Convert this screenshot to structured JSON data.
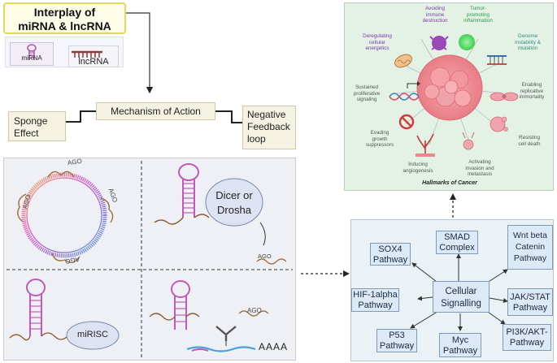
{
  "title": {
    "line1": "Interplay of",
    "line2": "miRNA & lncRNA"
  },
  "rna_labels": {
    "mirna": "miRNA",
    "lncrna": "lncRNA"
  },
  "mechanism": "Mechanism of Action",
  "sponge": {
    "line1": "Sponge",
    "line2": "Effect"
  },
  "negative": {
    "line1": "Negative",
    "line2": "Feedback",
    "line3": "loop"
  },
  "ago": "AGO",
  "dicer": {
    "line1": "Dicer or",
    "line2": "Drosha"
  },
  "mirisc": "miRISC",
  "polya": "AAAA",
  "hallmarks": {
    "caption": "Hallmarks of Cancer",
    "items": [
      {
        "line1": "Avoiding",
        "line2": "immune",
        "line3": "destruction"
      },
      {
        "line1": "Tumor-",
        "line2": "promoting",
        "line3": "inflammation"
      },
      {
        "line1": "Deregulating",
        "line2": "cellular",
        "line3": "energetics"
      },
      {
        "line1": "Genome",
        "line2": "instability &",
        "line3": "mutation"
      },
      {
        "line1": "Sustained",
        "line2": "proliferative",
        "line3": "signaling"
      },
      {
        "line1": "Enabling",
        "line2": "replicative",
        "line3": "immortality"
      },
      {
        "line1": "Evading",
        "line2": "growth",
        "line3": "suppressors"
      },
      {
        "line1": "Resisting",
        "line2": "cell death"
      },
      {
        "line1": "Inducing",
        "line2": "angiogenesis"
      },
      {
        "line1": "Activating",
        "line2": "invasion and",
        "line3": "metastasis"
      }
    ]
  },
  "signalling": {
    "center": {
      "line1": "Cellular",
      "line2": "Signalling"
    },
    "sox4": {
      "line1": "SOX4",
      "line2": "Pathway"
    },
    "smad": {
      "line1": "SMAD",
      "line2": "Complex"
    },
    "wnt": {
      "line1": "Wnt beta",
      "line2": "Catenin",
      "line3": "Pathway"
    },
    "hif": {
      "line1": "HIF-1alpha",
      "line2": "Pathway"
    },
    "jak": {
      "line1": "JAK/STAT",
      "line2": "Pathway"
    },
    "p53": {
      "line1": "P53",
      "line2": "Pathway"
    },
    "myc": {
      "line1": "Myc",
      "line2": "Pathway"
    },
    "pi3k": {
      "line1": "PI3K/AKT-",
      "line2": "Pathway"
    }
  }
}
